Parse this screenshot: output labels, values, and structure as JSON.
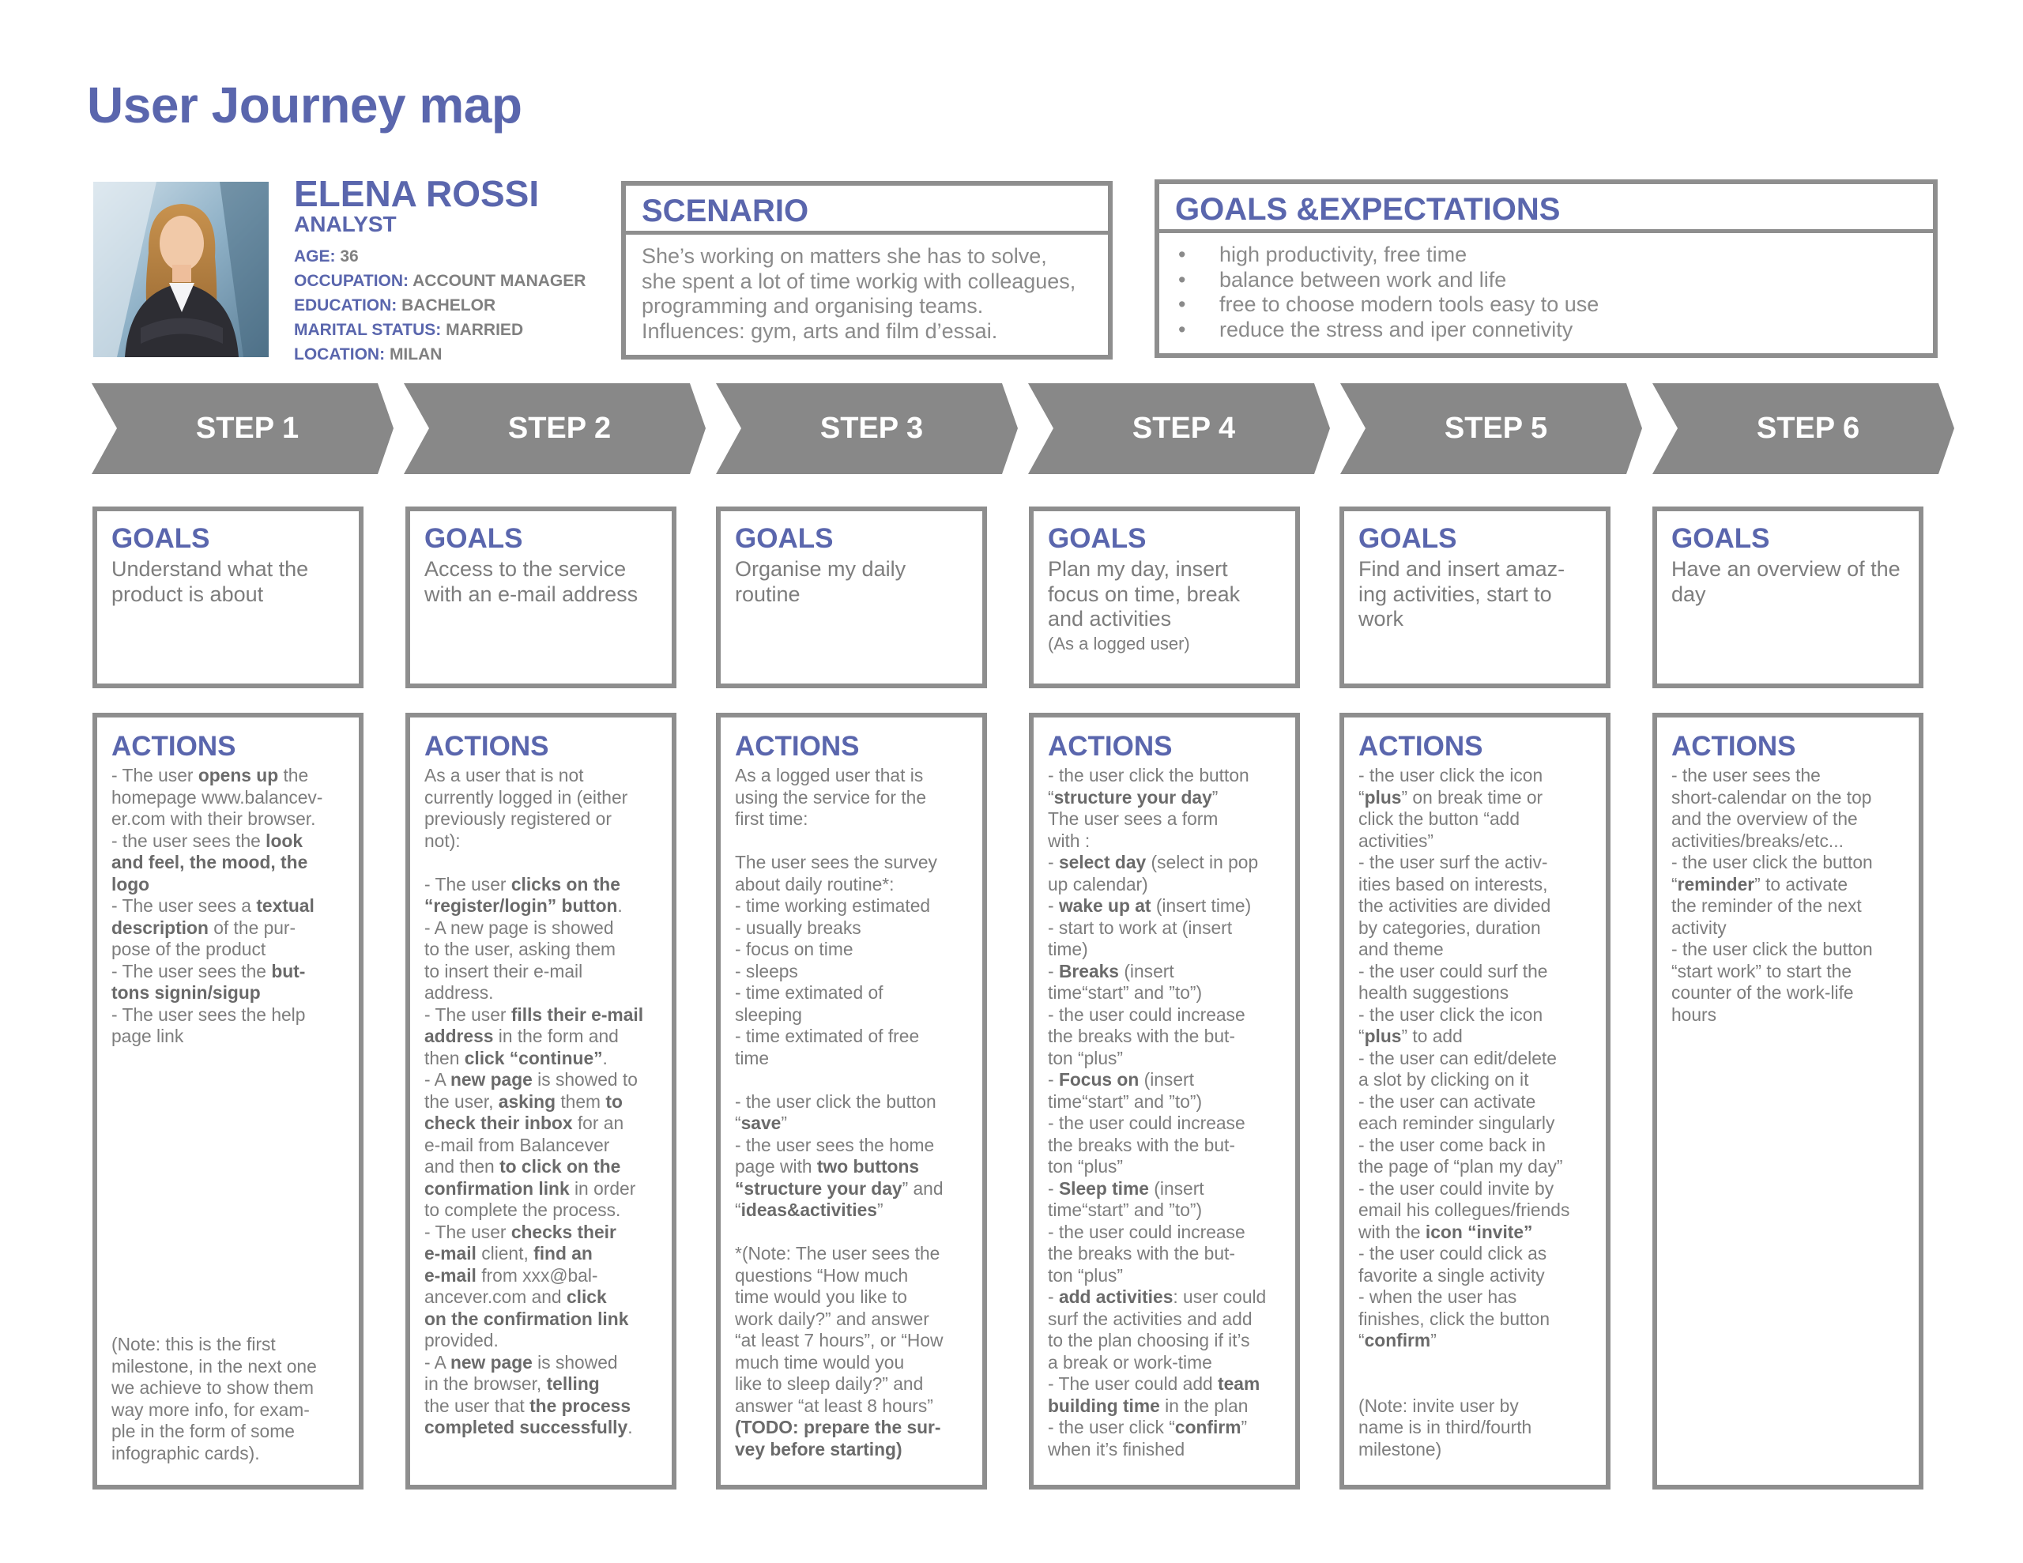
{
  "title": "User Journey map",
  "persona": {
    "name": "ELENA ROSSI",
    "role": "ANALYST",
    "details": [
      {
        "k": "AGE:",
        "v": "36"
      },
      {
        "k": "OCCUPATION:",
        "v": "ACCOUNT MANAGER"
      },
      {
        "k": "EDUCATION:",
        "v": "BACHELOR"
      },
      {
        "k": "MARITAL STATUS:",
        "v": "MARRIED"
      },
      {
        "k": "LOCATION:",
        "v": "MILAN"
      }
    ]
  },
  "scenario": {
    "heading": "SCENARIO",
    "lines": [
      "She’s working on matters she has to solve,",
      "she spent a lot of time workig with colleagues,",
      "programming and organising teams.",
      "Influences: gym, arts and film d’essai."
    ]
  },
  "goals_expectations": {
    "heading": "GOALS &EXPECTATIONS",
    "items": [
      "high productivity, free time",
      "balance between work and life",
      "free to choose modern tools easy to use",
      "reduce the stress and iper connetivity"
    ]
  },
  "colors": {
    "accent": "#5a66ad",
    "border": "#8e8e8e",
    "arrow": "#888888",
    "text": "#7d7d7d"
  },
  "steps": [
    {
      "label": "STEP 1",
      "goals_heading": "GOALS",
      "goal": "Understand what the product is about",
      "goal_note": "",
      "actions_heading": "ACTIONS",
      "actions_html": "- The user <b>opens up</b> the homepage www.balancev-<br>er.com with their browser.<br>- the user sees the <b>look<br>and feel, the mood, the<br>logo</b><br>- The user sees a <b>textual<br>description</b> of the pur-<br>pose of the product<br>- The user sees the <b>but-<br>tons signin/sigup</b><br>- The user sees the help<br>page link",
      "actions_note_html": "(Note: this is the first<br>milestone, in the next one<br>we achieve to show them<br>way more info, for exam-<br>ple in the form of some<br>infographic cards)."
    },
    {
      "label": "STEP 2",
      "goals_heading": "GOALS",
      "goal": "Access to the service with an e-mail address",
      "goal_note": "",
      "actions_heading": "ACTIONS",
      "actions_html": "As a user that is not<br>currently logged in (either<br>previously registered or<br>not):<br><br>- The user <b>clicks on the<br>“register/login” button</b>.<br>- A new page is showed<br>to the user, asking them<br>to insert their e-mail<br>address.<br>- The user <b>fills their e-mail<br>address</b> in the form and<br>then <b>click “continue”</b>.<br>- A <b>new page</b> is showed to<br>the user, <b>asking</b> them <b>to<br>check their inbox</b> for an<br>e-mail from Balancever<br>and then <b>to click on the<br>confirmation link</b> in order<br>to complete the process.<br>- The user <b>checks their<br>e-mail</b> client, <b>find an<br>e-mail</b> from xxx@bal-<br>ancever.com and <b>click<br>on the confirmation link</b><br>provided.<br>- A <b>new page</b> is showed<br>in the browser, <b>telling</b><br>the user that <b>the process<br>completed successfully</b>.",
      "actions_note_html": ""
    },
    {
      "label": "STEP 3",
      "goals_heading": "GOALS",
      "goal": "Organise my daily routine",
      "goal_note": "",
      "actions_heading": "ACTIONS",
      "actions_html": "As a logged user that is<br>using the service for the<br>first time:<br><br>The user sees the survey<br>about daily routine*:<br>- time working estimated<br>- usually breaks<br>- focus on time<br>- sleeps<br>- time extimated of<br>sleeping<br>- time extimated of free<br>time<br><br>- the user click the button<br>“<b>save</b>”<br>- the user sees the home<br>page with <b>two buttons<br>“structure your day</b>” and<br>“<b>ideas&amp;activities</b>”<br><br>*(Note: The user sees the<br>questions “How much<br>time would you like to<br>work daily?” and answer<br>“at least 7 hours”, or “How<br>much time would you<br>like to sleep daily?” and<br>answer “at least 8 hours”<br><b>(TODO: prepare the sur-<br>vey before starting)</b>",
      "actions_note_html": ""
    },
    {
      "label": "STEP 4",
      "goals_heading": "GOALS",
      "goal": "Plan my day, insert focus on time, break and activities",
      "goal_note": "(As a logged user)",
      "actions_heading": "ACTIONS",
      "actions_html": "- the user click the button<br>“<b>structure your day</b>”<br>The user sees a form<br>with :<br>- <b>select day</b> (select in pop<br>up calendar)<br>- <b>wake up at</b> (insert time)<br>- start to work at (insert<br>time)<br>- <b>Breaks</b> (insert<br>time“start” and ”to”)<br>- the user could increase<br>the breaks with the but-<br>ton “plus”<br>- <b>Focus on</b> (insert<br>time“start” and ”to”)<br>- the user could increase<br>the breaks with the but-<br>ton “plus”<br>- <b>Sleep time</b> (insert<br>time“start” and ”to”)<br>- the user could increase<br>the breaks with the but-<br>ton “plus”<br>- <b>add activities</b>: user could<br>surf the activities and add<br>to the plan choosing if it’s<br>a break or work-time<br>- The user could add <b>team<br>building time</b> in the plan<br>- the user click “<b>confirm</b>”<br>when it’s finished",
      "actions_note_html": ""
    },
    {
      "label": "STEP 5",
      "goals_heading": "GOALS",
      "goal": "Find and insert amaz-ing activities, start to work",
      "goal_note": "",
      "actions_heading": "ACTIONS",
      "actions_html": "- the user click the icon<br>“<b>plus</b>” on break time or<br>click the button “add<br>activities”<br>- the user surf the activ-<br>ities based on interests,<br>the activities are divided<br>by categories, duration<br>and theme<br>- the user could surf the<br>health suggestions<br>- the user click the icon<br>“<b>plus</b>” to add<br>- the user can edit/delete<br>a slot by clicking on it<br>- the user can activate<br>each reminder singularly<br>- the user come back in<br>the page of “plan my day”<br>- the user could invite by<br>email his collegues/friends<br>with the <b>icon “invite”</b><br>- the user could click as<br>favorite a single activity<br>- when the user has<br>finishes, click the button<br>“<b>confirm</b>”<br><br><br>(Note: invite user by<br>name is in third/fourth<br>milestone)",
      "actions_note_html": ""
    },
    {
      "label": "STEP 6",
      "goals_heading": "GOALS",
      "goal": "Have an overview of the day",
      "goal_note": "",
      "actions_heading": "ACTIONS",
      "actions_html": "- the user sees the<br>short-calendar on the top<br>and the overview of the<br>activities/breaks/etc...<br>- the user click the button<br>“<b>reminder</b>” to activate<br>the reminder of the next<br>activity<br>- the user click the button<br>“start work” to start the<br>counter of the work-life<br>hours",
      "actions_note_html": ""
    }
  ]
}
